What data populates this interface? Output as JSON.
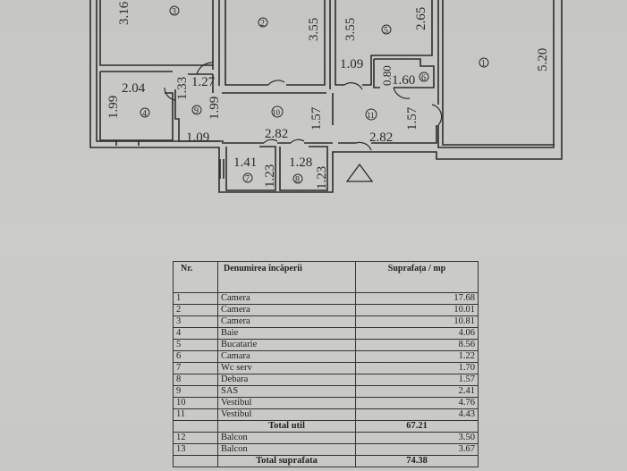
{
  "floor_plan": {
    "dimensions": {
      "room3_height": "3.16",
      "room2_height": "3.55",
      "room5_left_height": "3.55",
      "room5_right_height": "2.65",
      "room5_bottom_width": "1.09",
      "room6_height": "0.80",
      "room6_width": "1.60",
      "room1_height": "5.20",
      "room4_width": "2.04",
      "room4_height": "1.99",
      "room9_top": "1.27",
      "room9_left": "1.33",
      "room9_right": "1.99",
      "room9_bottom": "1.09",
      "room10_width": "2.82",
      "room10_height": "1.57",
      "room11_width": "2.82",
      "room11_height": "1.57",
      "room7_width": "1.41",
      "room7_height": "1.23",
      "room8_width": "1.28",
      "room8_height": "1.23"
    },
    "room_ids": [
      "1",
      "2",
      "3",
      "4",
      "5",
      "6",
      "7",
      "8",
      "9",
      "10",
      "11"
    ],
    "entrance_icon": "triangle-entrance-icon"
  },
  "table": {
    "headers": {
      "nr": "Nr.",
      "name": "Denumirea încăperii",
      "area": "Suprafața / mp"
    },
    "rows": [
      {
        "nr": "1",
        "name": "Camera",
        "area": "17.68"
      },
      {
        "nr": "2",
        "name": "Camera",
        "area": "10.01"
      },
      {
        "nr": "3",
        "name": "Camera",
        "area": "10.81"
      },
      {
        "nr": "4",
        "name": "Baie",
        "area": "4.06"
      },
      {
        "nr": "5",
        "name": "Bucatarie",
        "area": "8.56"
      },
      {
        "nr": "6",
        "name": "Camara",
        "area": "1.22"
      },
      {
        "nr": "7",
        "name": "Wc serv",
        "area": "1.70"
      },
      {
        "nr": "8",
        "name": "Debara",
        "area": "1.57"
      },
      {
        "nr": "9",
        "name": "SAS",
        "area": "2.41"
      },
      {
        "nr": "10",
        "name": "Vestibul",
        "area": "4.76"
      },
      {
        "nr": "11",
        "name": "Vestibul",
        "area": "4.43"
      }
    ],
    "total_util": {
      "label": "Total util",
      "value": "67.21"
    },
    "balconies": [
      {
        "nr": "12",
        "name": "Balcon",
        "area": "3.50"
      },
      {
        "nr": "13",
        "name": "Balcon",
        "area": "3.67"
      }
    ],
    "total_suprafata": {
      "label": "Total suprafata",
      "value": "74.38"
    }
  }
}
